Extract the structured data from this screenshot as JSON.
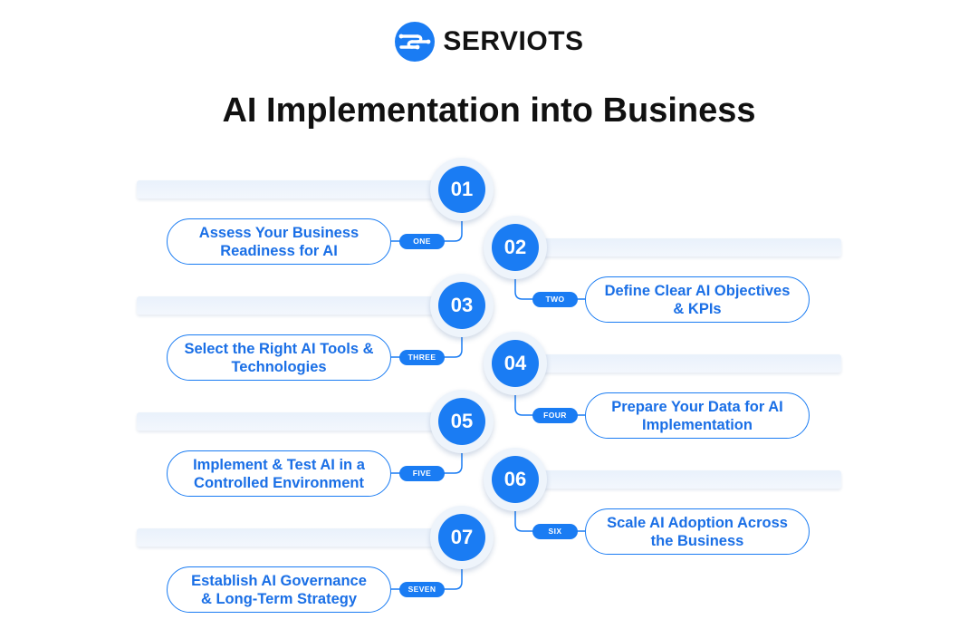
{
  "brand": {
    "name": "SERVIOTS",
    "icon": "serviots-logo-icon",
    "colors": {
      "primary": "#1a7cf3",
      "text": "#121212",
      "bar": "#e9f1fb"
    }
  },
  "title": "AI Implementation into Business",
  "steps": [
    {
      "number": "01",
      "tag": "ONE",
      "label": "Assess Your Business Readiness for AI",
      "side": "left"
    },
    {
      "number": "02",
      "tag": "TWO",
      "label": "Define Clear AI Objectives & KPIs",
      "side": "right"
    },
    {
      "number": "03",
      "tag": "THREE",
      "label": "Select the Right AI Tools & Technologies",
      "side": "left"
    },
    {
      "number": "04",
      "tag": "FOUR",
      "label": "Prepare Your Data for AI Implementation",
      "side": "right"
    },
    {
      "number": "05",
      "tag": "FIVE",
      "label": "Implement & Test AI in a Controlled Environment",
      "side": "left"
    },
    {
      "number": "06",
      "tag": "SIX",
      "label": "Scale AI Adoption Across the Business",
      "side": "right"
    },
    {
      "number": "07",
      "tag": "SEVEN",
      "label": "Establish AI Governance & Long-Term Strategy",
      "side": "left"
    }
  ]
}
